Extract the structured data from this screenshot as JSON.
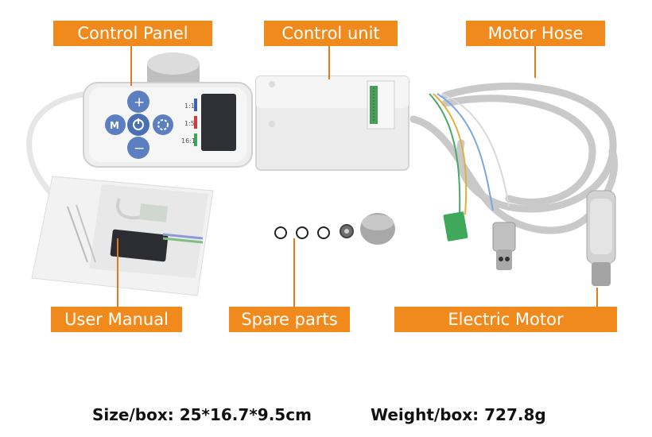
{
  "labels": {
    "control_panel": "Control Panel",
    "control_unit": "Control unit",
    "motor_hose": "Motor Hose",
    "user_manual": "User Manual",
    "spare_parts": "Spare parts",
    "electric_motor": "Electric Motor"
  },
  "specs": {
    "size": "Size/box: 25*16.7*9.5cm",
    "weight": "Weight/box: 727.8g"
  },
  "panel": {
    "plus": "+",
    "minus": "−",
    "mode": "M",
    "key_1": "1:1",
    "key_2": "1:5",
    "key_3": "16:1"
  },
  "colors": {
    "label_bg": "#f08a1c",
    "label_text": "#ffffff",
    "leader_line": "#e57a1a",
    "panel_button": "#5b7fc0"
  }
}
